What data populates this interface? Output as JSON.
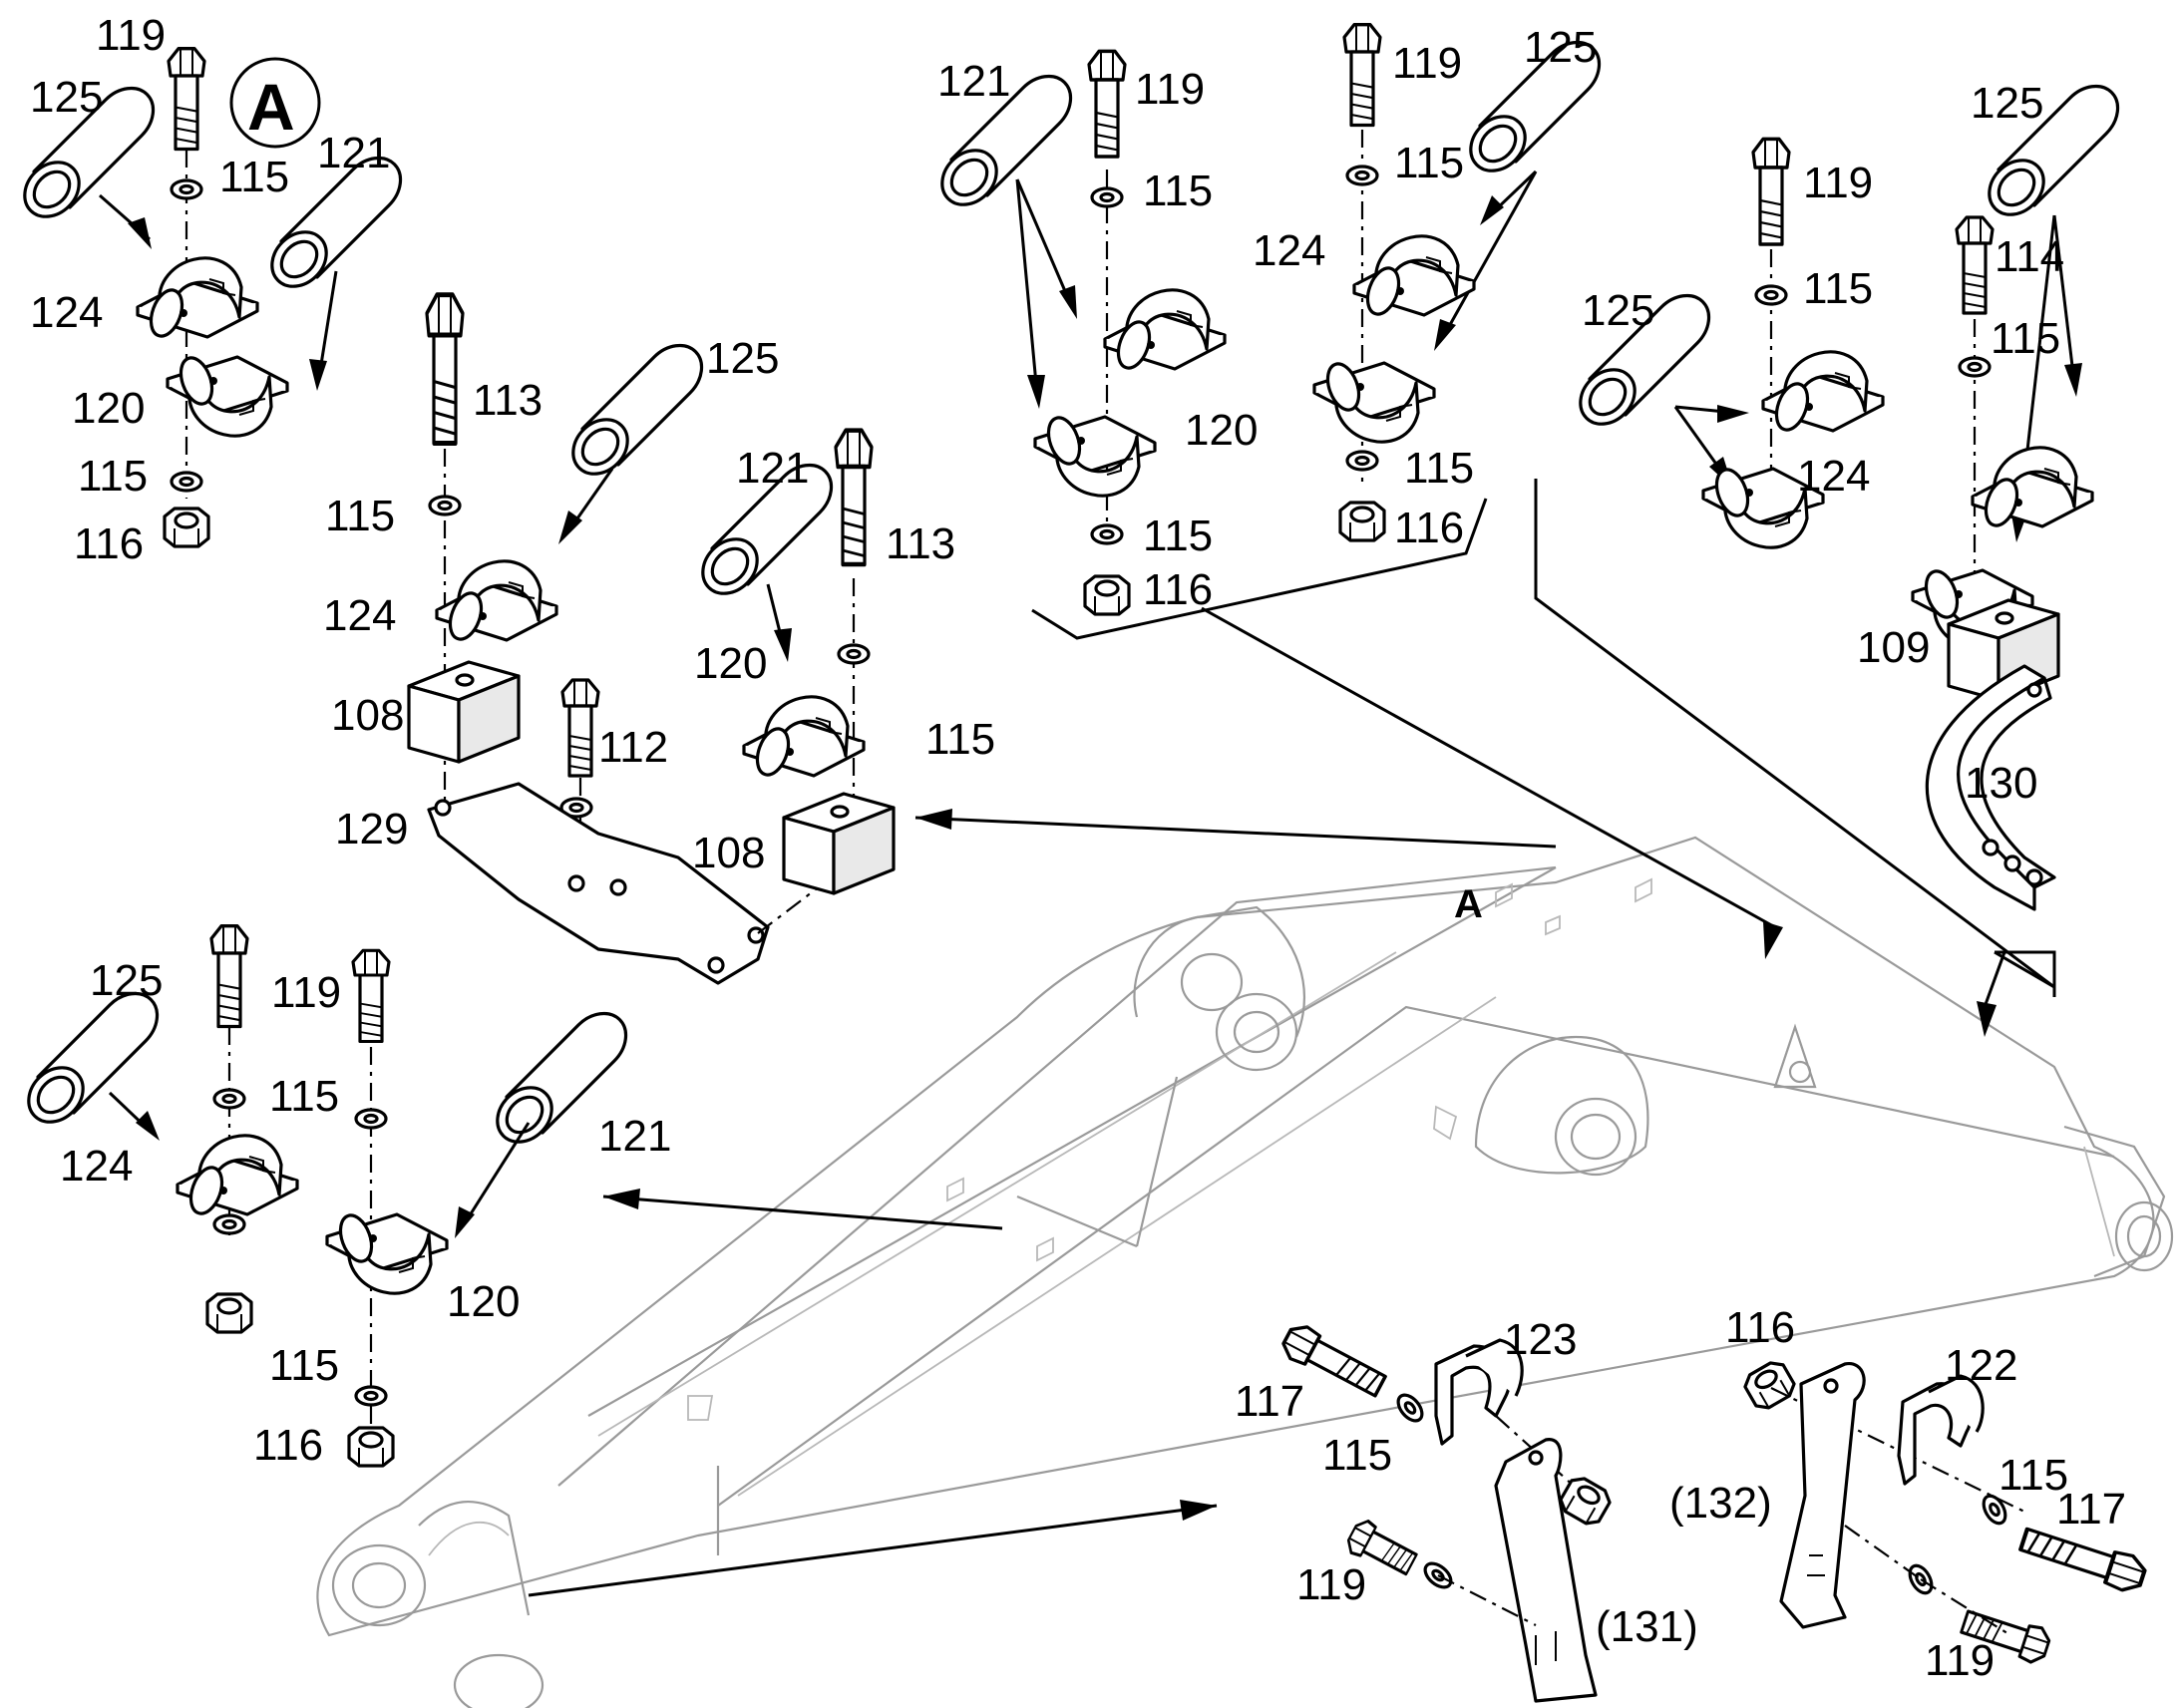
{
  "diagram": {
    "callout_letters": {
      "view_A": "A",
      "boom_A": "A"
    },
    "labels": {
      "a_119": "119",
      "a_125": "125",
      "a_115_top": "115",
      "a_121": "121",
      "a_124": "124",
      "a_120": "120",
      "a_115_bot": "115",
      "a_116": "116",
      "b_113": "113",
      "b_125": "125",
      "b_115": "115",
      "b_124": "124",
      "b_108": "108",
      "b_112": "112",
      "b_129": "129",
      "c_121": "121",
      "c_113": "113",
      "c_120": "120",
      "c_115": "115",
      "c_108": "108",
      "d_121": "121",
      "d_119": "119",
      "d_115_top": "115",
      "d_120": "120",
      "d_115_bot": "115",
      "d_116": "116",
      "e_119": "119",
      "e_125": "125",
      "e_115_top": "115",
      "e_124": "124",
      "e_115_bot": "115",
      "e_116": "116",
      "f_119": "119",
      "f_125": "125",
      "f_115": "115",
      "f_124": "124",
      "g_125": "125",
      "g_114": "114",
      "g_115": "115",
      "g_109": "109",
      "g_130": "130",
      "h_125": "125",
      "h_119": "119",
      "h_115_top": "115",
      "h_124": "124",
      "h_121": "121",
      "h_120": "120",
      "h_115_bot": "115",
      "h_116": "116",
      "i_117": "117",
      "i_123": "123",
      "i_115": "115",
      "i_119": "119",
      "i_131": "(131)",
      "j_116": "116",
      "j_122": "122",
      "j_132": "(132)",
      "j_115": "115",
      "j_117": "117",
      "j_119": "119"
    }
  }
}
